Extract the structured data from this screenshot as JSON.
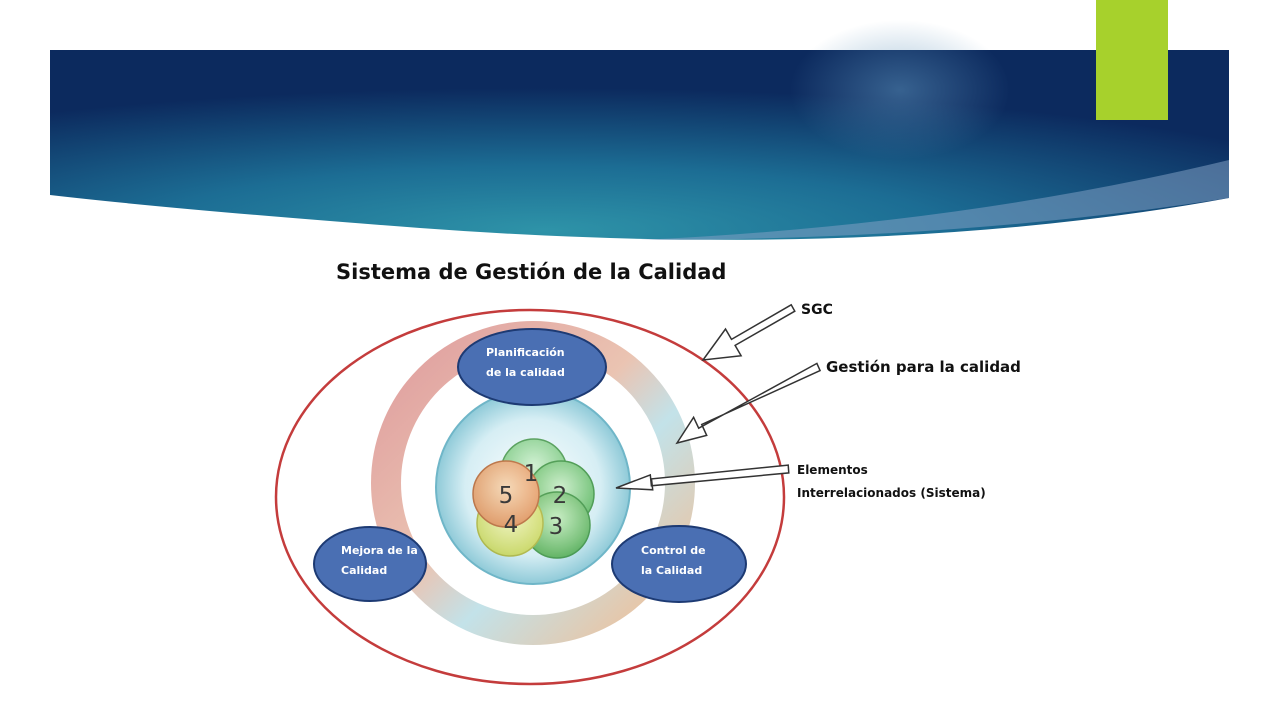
{
  "colors": {
    "banner_dark": "#0c2a5e",
    "banner_teal": "#2a8ba3",
    "accent": "#a7d12c",
    "outer_ring": "#c43c3c",
    "node_fill": "#4a6fb3",
    "node_stroke": "#1d3a73"
  },
  "diagram": {
    "title": "Sistema de Gestión de la Calidad",
    "callouts": {
      "sgc": "SGC",
      "gestion": "Gestión para la calidad",
      "elementos": [
        "Elementos",
        "Interrelacionados (Sistema)"
      ]
    },
    "nodes": {
      "planificacion": [
        "Planificación",
        "de la calidad"
      ],
      "mejora": [
        "Mejora de la",
        "Calidad"
      ],
      "control": [
        "Control de",
        "la Calidad"
      ]
    },
    "elements": [
      "1",
      "2",
      "3",
      "4",
      "5"
    ]
  }
}
